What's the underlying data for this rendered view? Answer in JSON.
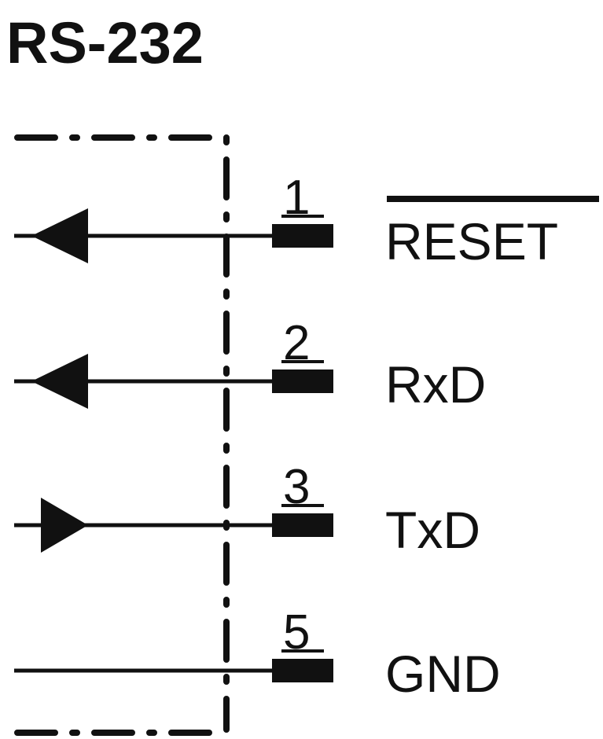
{
  "title": "RS-232",
  "pins": [
    {
      "number": "1",
      "signal": "RESET",
      "overline": true,
      "direction": "out"
    },
    {
      "number": "2",
      "signal": "RxD",
      "overline": false,
      "direction": "out"
    },
    {
      "number": "3",
      "signal": "TxD",
      "overline": false,
      "direction": "in"
    },
    {
      "number": "5",
      "signal": "GND",
      "overline": false,
      "direction": "none"
    }
  ],
  "colors": {
    "ink": "#111111",
    "background": "#ffffff"
  }
}
